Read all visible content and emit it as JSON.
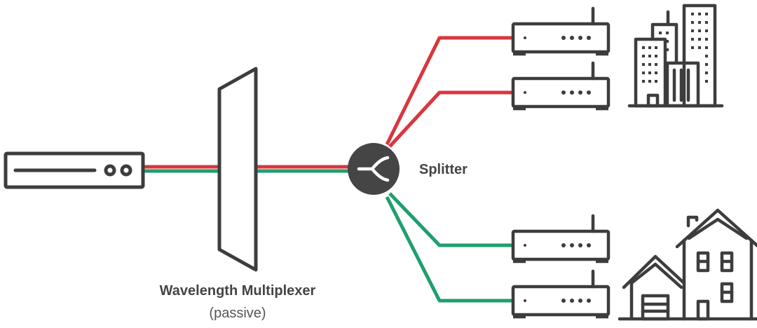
{
  "diagram": {
    "splitter_label": "Splitter",
    "multiplexer_label": "Wavelength Multiplexer",
    "multiplexer_sublabel": "(passive)"
  },
  "colors": {
    "stroke": "#3d3d3d",
    "red_line": "#d9363e",
    "green_line": "#1f9e6e",
    "splitter_fill": "#454545",
    "label_text": "#444444",
    "sublabel_text": "#555555"
  },
  "icons": {
    "olt": "olt-device-icon",
    "multiplexer": "wavelength-multiplexer-icon",
    "splitter": "splitter-icon",
    "onu": "onu-router-icon",
    "business": "office-buildings-icon",
    "residential": "house-with-garage-icon"
  }
}
